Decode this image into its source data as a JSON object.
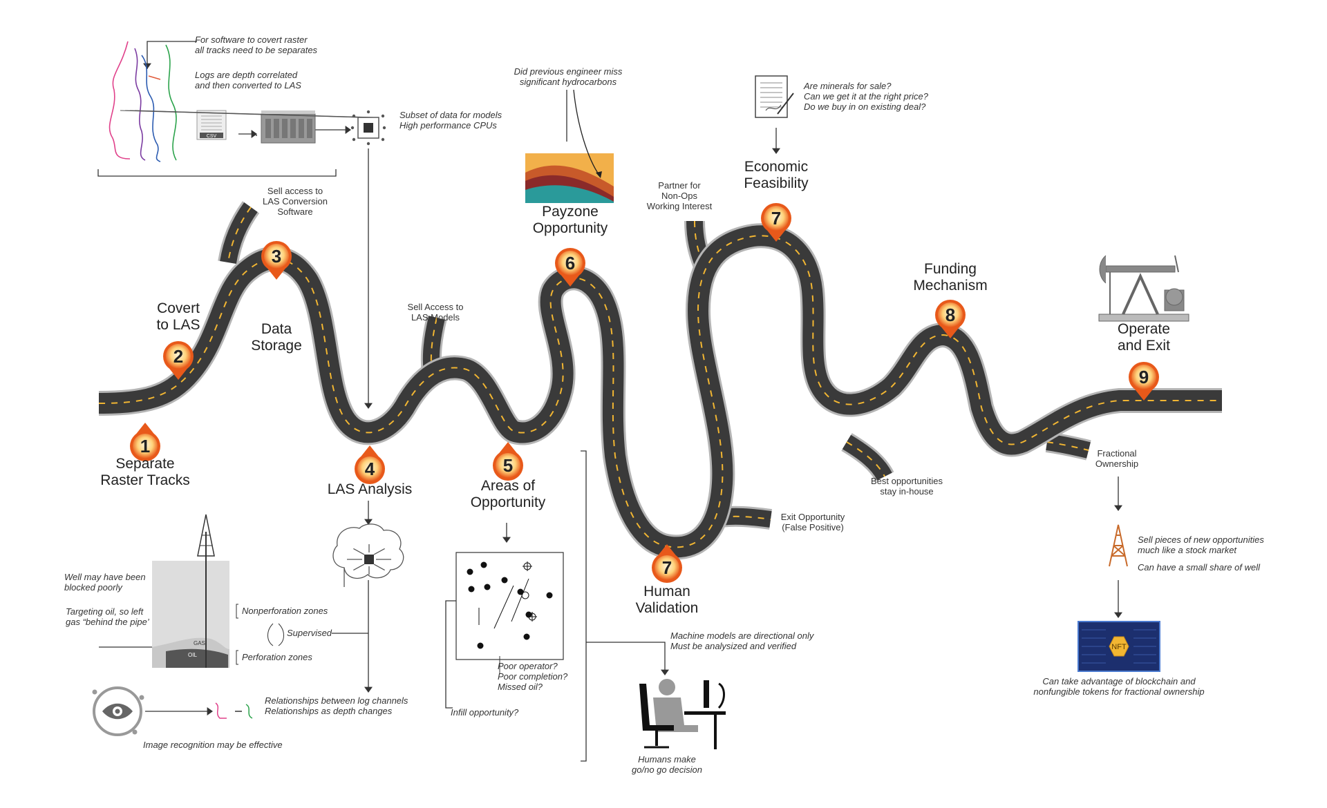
{
  "steps": [
    {
      "num": "1",
      "title": [
        "Separate",
        "Raster Tracks"
      ]
    },
    {
      "num": "2",
      "title": [
        "Covert",
        "to LAS"
      ]
    },
    {
      "num": "3",
      "title": [
        "Data",
        "Storage"
      ]
    },
    {
      "num": "4",
      "title": [
        "LAS Analysis"
      ]
    },
    {
      "num": "5",
      "title": [
        "Areas of",
        "Opportunity"
      ]
    },
    {
      "num": "6",
      "title": [
        "Payzone",
        "Opportunity"
      ]
    },
    {
      "num": "7",
      "title": [
        "Human",
        "Validation"
      ]
    },
    {
      "num": "7",
      "title": [
        "Economic",
        "Feasibility"
      ]
    },
    {
      "num": "8",
      "title": [
        "Funding",
        "Mechanism"
      ]
    },
    {
      "num": "9",
      "title": [
        "Operate",
        "and Exit"
      ]
    }
  ],
  "branches": {
    "las_software": [
      "Sell access to",
      "LAS Conversion",
      "Software"
    ],
    "las_models": [
      "Sell Access to",
      "LAS Models"
    ],
    "non_ops": [
      "Partner for",
      "Non-Ops",
      "Working Interest"
    ],
    "in_house": [
      "Best opportunities",
      "stay in-house"
    ],
    "exit": [
      "Exit Opportunity",
      "(False Positive)"
    ],
    "fractional": [
      "Fractional",
      "Ownership"
    ]
  },
  "notes": {
    "software_raster": [
      "For software to covert raster",
      "all tracks need to be separates"
    ],
    "depth_correlated": [
      "Logs are depth correlated",
      "and then converted to LAS"
    ],
    "subset": [
      "Subset of data for models",
      "High performance CPUs"
    ],
    "payzone_q": [
      "Did previous engineer miss",
      "significant hydrocarbons"
    ],
    "minerals": [
      "Are minerals for sale?",
      "Can we get it at the right price?",
      "Do we buy in on existing deal?"
    ],
    "blocked": [
      "Well may have been",
      "blocked poorly"
    ],
    "targeting": [
      "Targeting oil, so left",
      "gas “behind the pipe’"
    ],
    "nonperf": "Nonperforation zones",
    "supervised": "Supervised",
    "perf": "Perforation zones",
    "relationships": [
      "Relationships between log channels",
      "Relationships as depth changes"
    ],
    "image_recog": "Image recognition may be effective",
    "poor": [
      "Poor operator?",
      "Poor completion?",
      "Missed oil?"
    ],
    "infill": "Infill opportunity?",
    "directional": [
      "Machine models are directional only",
      "Must be analysized and verified"
    ],
    "humans": [
      "Humans make",
      "go/no go decision"
    ],
    "sell_pieces": [
      "Sell pieces of new opportunities",
      "much like a stock market"
    ],
    "small_share": "Can have a small share of well",
    "blockchain": [
      "Can take advantage of blockchain and",
      "nonfungible tokens for fractional ownership"
    ]
  },
  "icons": {
    "csv_label": "CSV",
    "gas_label": "GAS",
    "oil_label": "OIL",
    "nft_label": "NFT"
  },
  "colors": {
    "road": "#3a3a3a",
    "road_edge": "#b5b5b5",
    "lane": "#f2b632",
    "pin_outer": "#e8591a",
    "pin_inner": "#fff4d6"
  }
}
